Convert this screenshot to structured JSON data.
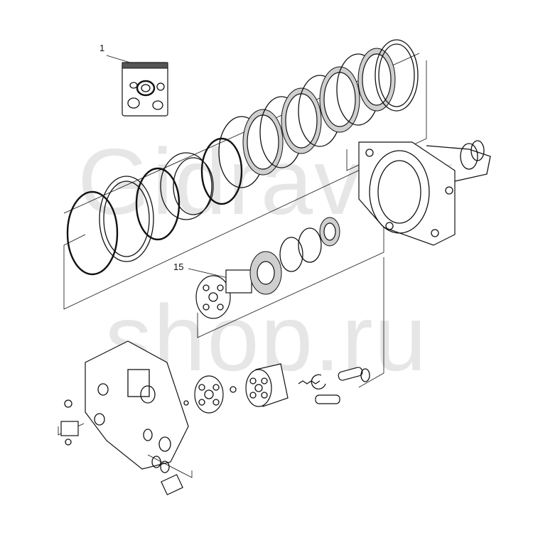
{
  "watermark": {
    "line1": "Gidravlik",
    "line2": "shop.ru"
  },
  "callouts": {
    "seal_kit": "1",
    "shaft_assembly": "15"
  },
  "colors": {
    "line": "#111111",
    "watermark": "#e6e6e6",
    "background": "#ffffff"
  }
}
